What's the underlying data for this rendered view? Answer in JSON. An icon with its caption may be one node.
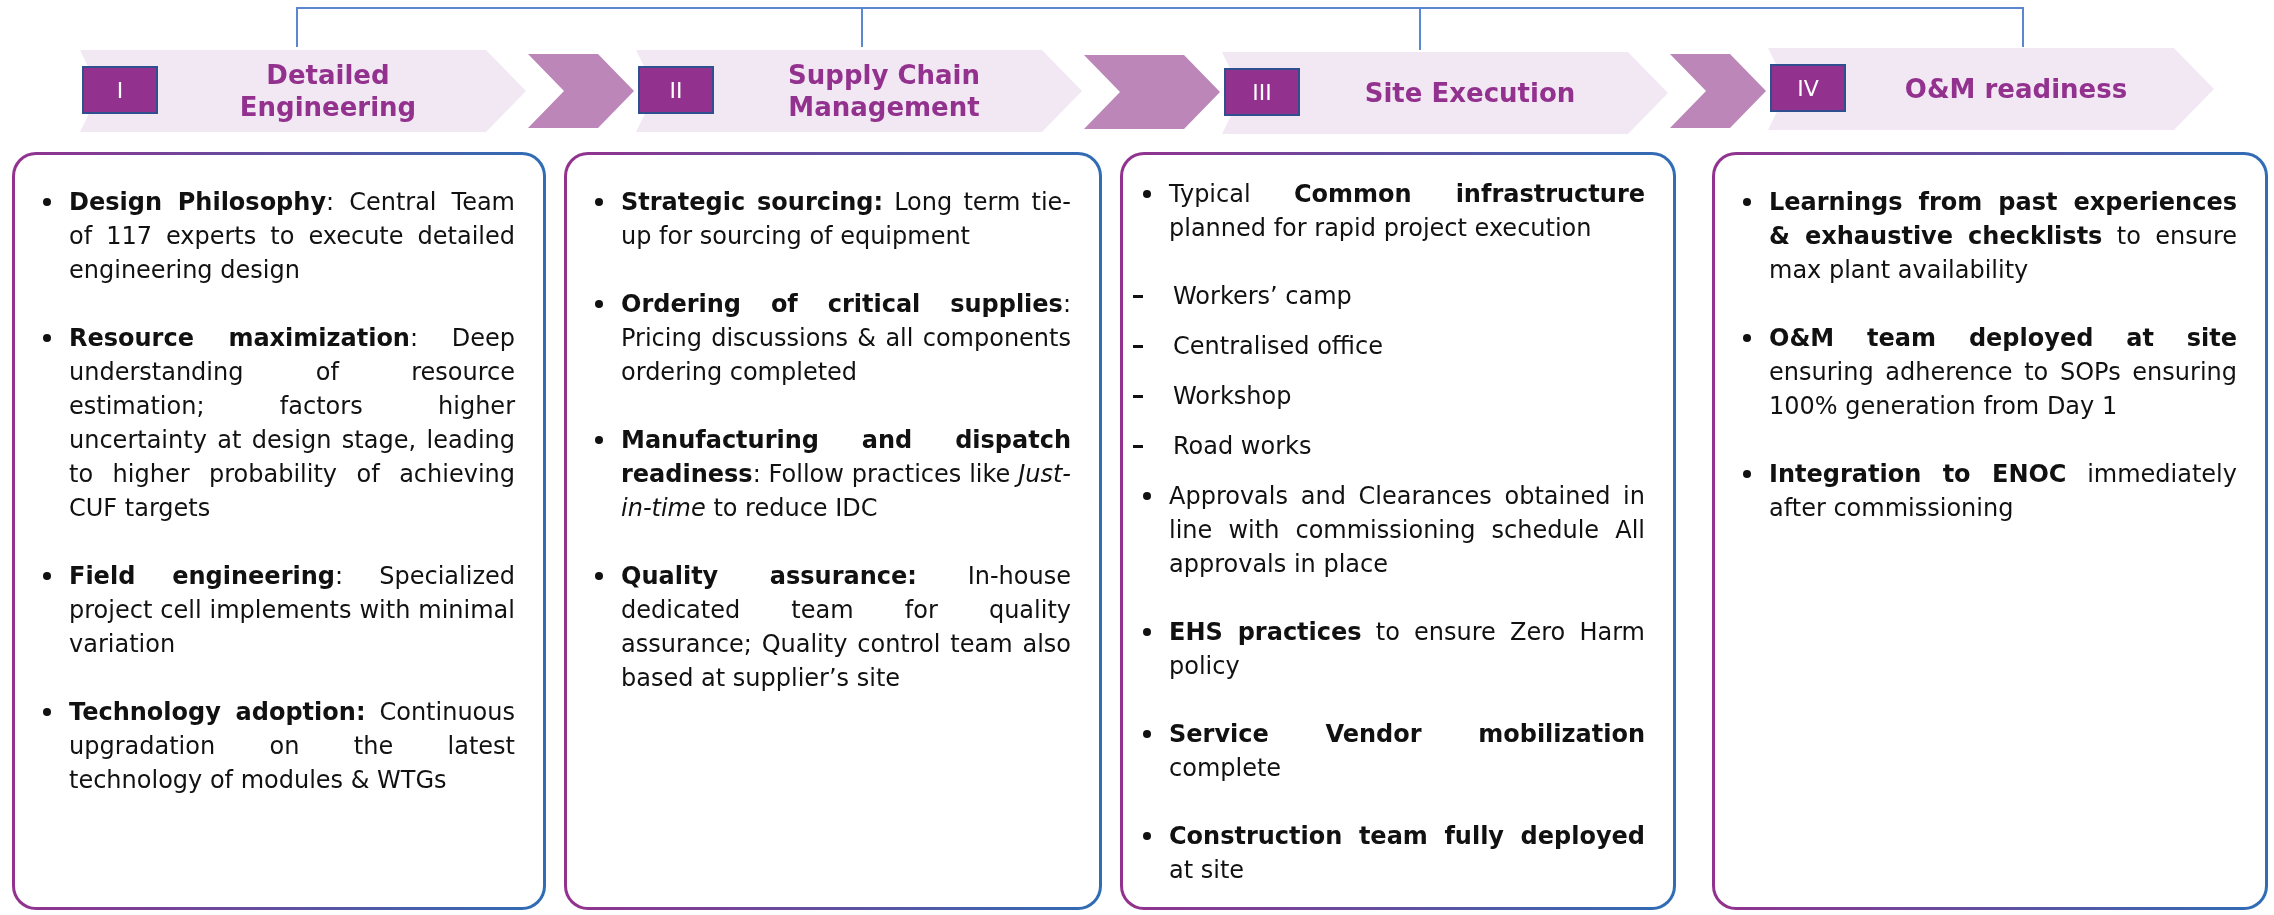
{
  "diagram": {
    "nodes": [
      {
        "text": [
          "Detailed Engineering"
        ]
      },
      {
        "text": [
          "I"
        ],
        "in": 0
      },
      {
        "text": [
          "Supply Chain Management"
        ]
      },
      {
        "text": [
          "II"
        ],
        "in": 2
      },
      {
        "text": [
          "Site Execution"
        ]
      },
      {
        "text": [
          "III"
        ],
        "in": 4
      },
      {
        "text": [
          "O&M readiness"
        ]
      },
      {
        "text": [
          "IV"
        ],
        "in": 6
      },
      {
        "text": [
          "**Design Philosophy**: Central Team of 117 experts to execute detailed engineering design",
          "**Resource maximization**: Deep understanding of resource estimation; factors higher uncertainty at design stage, leading to higher probability of achieving CUF targets",
          "**Field engineering**: Specialized project cell implements with minimal variation",
          "**Technology adoption:** Continuous upgradation on the latest technology of modules & WTGs"
        ]
      },
      {
        "text": [
          "**Strategic sourcing:** Long term tie-up for sourcing of equipment",
          "**Ordering of critical supplies**: Pricing discussions & all components ordering completed",
          "**Manufacturing and dispatch readiness**: Follow practices like *Just-in-time* to reduce IDC",
          "**Quality assurance:** In-house dedicated team for quality assurance; Quality control team also based at supplier’s site"
        ]
      },
      {
        "text": [
          "Typical **Common infrastructure** planned for rapid project execution",
          "Workers’ camp",
          "Centralised office",
          "Workshop",
          "Road works",
          "Approvals and Clearances obtained in line with commissioning schedule All approvals in place",
          "**EHS practices** to ensure Zero Harm policy",
          "**Service Vendor mobilization** complete",
          "**Construction team fully deployed** at site"
        ]
      },
      {
        "text": [
          "**Learnings from past experiences & exhaustive checklists** to ensure max plant availability",
          "**O&M team deployed at site** ensuring adherence to SOPs ensuring 100% generation from Day 1",
          "**Integration to ENOC** immediately after commissioning"
        ]
      }
    ],
    "edges": [
      {
        "from": 0,
        "to": 2,
        "arrow": "to"
      },
      {
        "from": 2,
        "to": 4,
        "arrow": "to"
      },
      {
        "from": 4,
        "to": 6,
        "arrow": "to"
      }
    ]
  }
}
